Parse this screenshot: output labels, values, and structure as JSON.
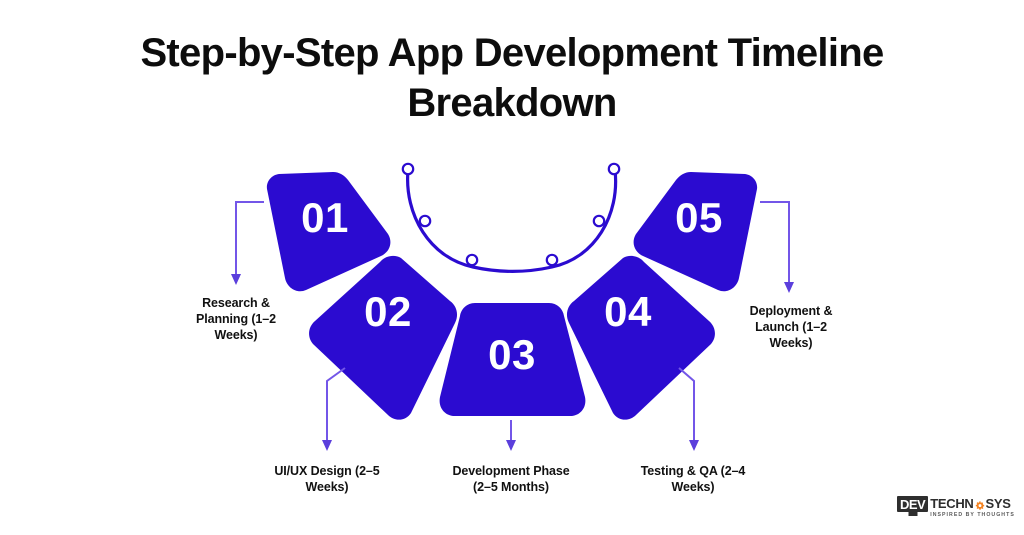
{
  "page": {
    "background_color": "#ffffff",
    "accent_color": "#2b0bd0",
    "connector_color": "#7356e8",
    "text_color": "#111111"
  },
  "title": {
    "line1": "Step-by-Step App Development Timeline",
    "line2": "Breakdown"
  },
  "steps": [
    {
      "number": "01",
      "caption": "Research & Planning (1–2 Weeks)",
      "caption_lines": [
        "Research &",
        "Planning (1–2",
        "Weeks)"
      ]
    },
    {
      "number": "02",
      "caption": "UI/UX Design (2–5 Weeks)",
      "caption_lines": [
        "UI/UX Design (2–5",
        "Weeks)"
      ]
    },
    {
      "number": "03",
      "caption": "Development Phase (2–5 Months)",
      "caption_lines": [
        "Development Phase",
        "(2–5 Months)"
      ]
    },
    {
      "number": "04",
      "caption": "Testing & QA (2–4 Weeks)",
      "caption_lines": [
        "Testing & QA (2–4",
        "Weeks)"
      ]
    },
    {
      "number": "05",
      "caption": "Deployment & Launch (1–2 Weeks)",
      "caption_lines": [
        "Deployment &",
        "Launch (1–2",
        "Weeks)"
      ]
    }
  ],
  "decorative_arc": {
    "marker_count": 6,
    "stroke_color": "#2b0bd0",
    "marker_fill": "#ffffff"
  },
  "logo": {
    "dev_text": "DEV",
    "techn_text": "TECHN",
    "sys_text": "SYS",
    "gear_icon": "gear-icon",
    "gear_color": "#f5821f",
    "tagline": "INSPIRED BY THOUGHTS"
  }
}
